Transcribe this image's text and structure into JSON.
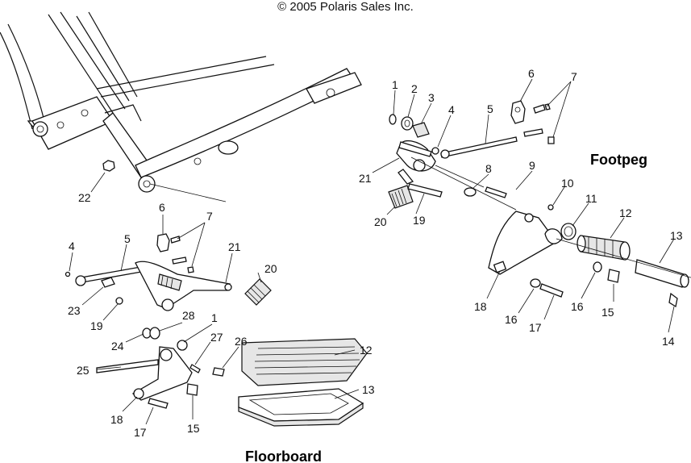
{
  "header": {
    "copyright": "© 2005 Polaris Sales Inc."
  },
  "sections": {
    "footpeg": "Footpeg",
    "floorboard": "Floorboard"
  },
  "callouts": {
    "footpeg": [
      "1",
      "2",
      "3",
      "4",
      "5",
      "6",
      "7",
      "21",
      "8",
      "9",
      "20",
      "19",
      "10",
      "11",
      "12",
      "13",
      "18",
      "16",
      "16",
      "17",
      "15",
      "14"
    ],
    "frame": [
      "22"
    ],
    "floorboard": [
      "6",
      "7",
      "4",
      "5",
      "21",
      "20",
      "23",
      "19",
      "28",
      "1",
      "24",
      "27",
      "26",
      "12",
      "25",
      "13",
      "18",
      "17",
      "15"
    ]
  }
}
